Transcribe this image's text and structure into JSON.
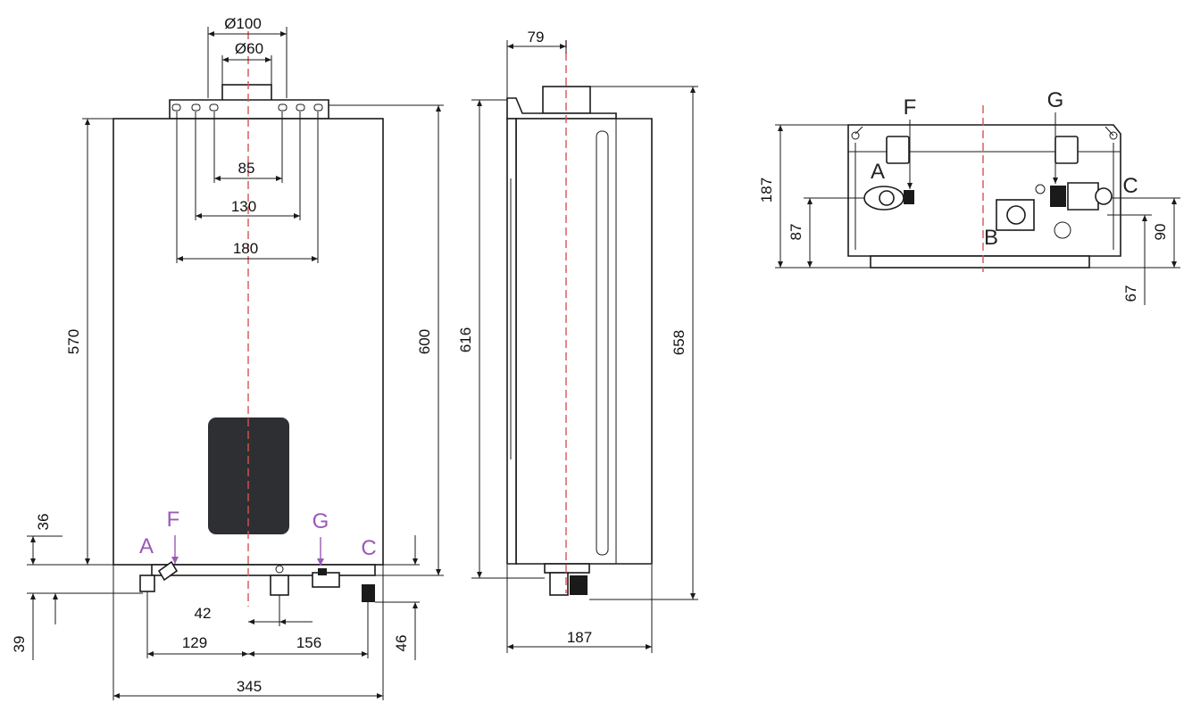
{
  "front_view": {
    "dimensions": {
      "flue_outer": "Ø100",
      "flue_inner": "Ø60",
      "bracket_85": "85",
      "bracket_130": "130",
      "bracket_180": "180",
      "height_570": "570",
      "height_600": "600",
      "bottom_36": "36",
      "bottom_39": "39",
      "bottom_46": "46",
      "offset_42": "42",
      "width_129": "129",
      "width_156": "156",
      "width_345": "345"
    },
    "labels": {
      "a": "A",
      "f": "F",
      "g": "G",
      "c": "C"
    }
  },
  "side_view": {
    "dimensions": {
      "offset_79": "79",
      "height_616": "616",
      "height_658": "658",
      "depth_187": "187"
    }
  },
  "bottom_view": {
    "dimensions": {
      "depth_187": "187",
      "height_87": "87",
      "height_90": "90",
      "height_67": "67"
    },
    "labels": {
      "a": "A",
      "b": "B",
      "c": "C",
      "f": "F",
      "g": "G"
    }
  },
  "colors": {
    "line": "#1a1a1a",
    "centerline": "#d9534f",
    "label_purple": "#9b59b6",
    "display": "#2e2f33"
  }
}
